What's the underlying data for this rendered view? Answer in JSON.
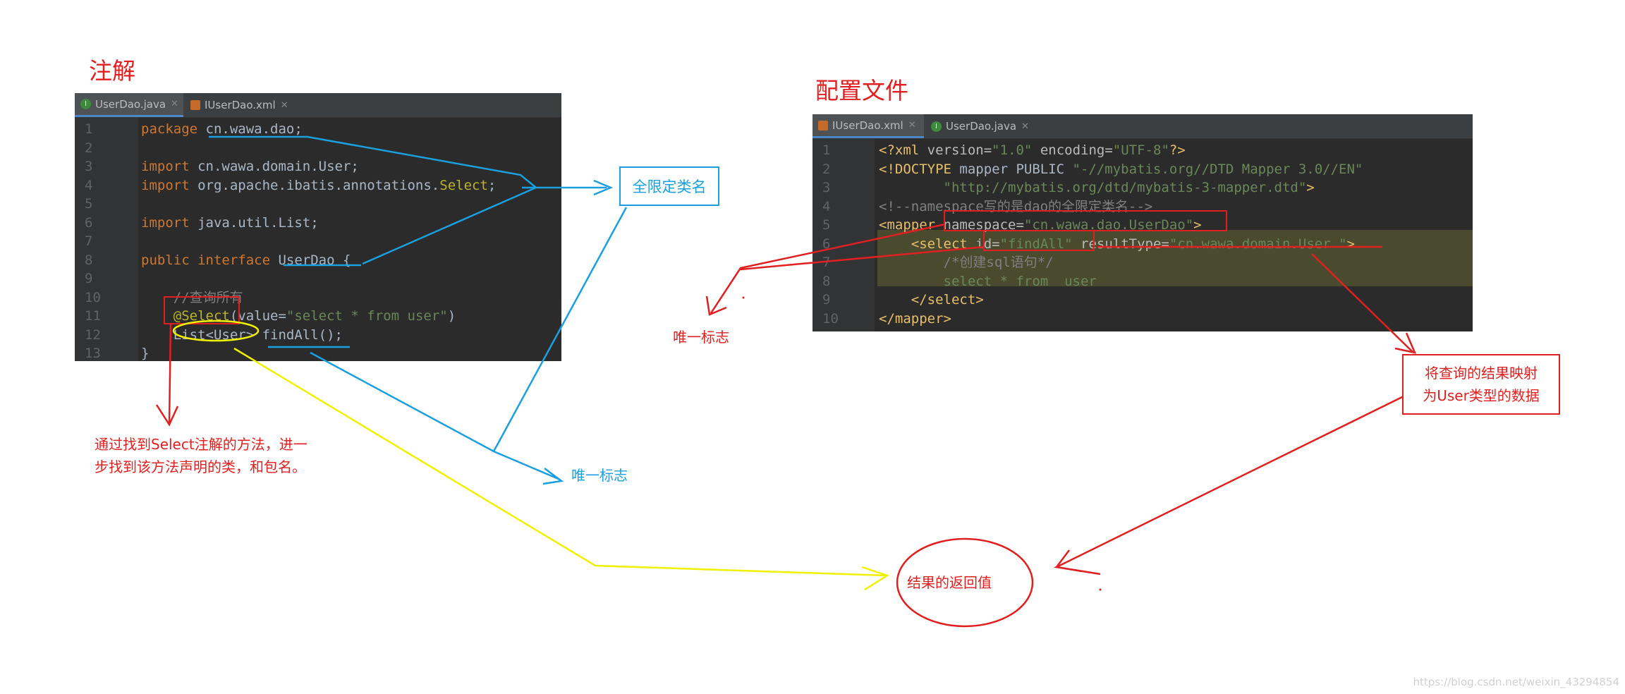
{
  "left_title": "注解",
  "right_title": "配置文件",
  "left_editor": {
    "tabs": [
      {
        "label": "UserDao.java",
        "active": true
      },
      {
        "label": "IUserDao.xml",
        "active": false
      }
    ],
    "lines": [
      {
        "n": "1",
        "html": "<span class='kw'>package</span> cn.wawa.dao;"
      },
      {
        "n": "2",
        "html": ""
      },
      {
        "n": "3",
        "html": "<span class='kw'>import</span> cn.wawa.domain.User;"
      },
      {
        "n": "4",
        "html": "<span class='kw'>import</span> org.apache.ibatis.annotations.<span class='ann'>Select</span>;"
      },
      {
        "n": "5",
        "html": ""
      },
      {
        "n": "6",
        "html": "<span class='kw'>import</span> java.util.List;"
      },
      {
        "n": "7",
        "html": ""
      },
      {
        "n": "8",
        "html": "<span class='kw'>public interface</span> UserDao {"
      },
      {
        "n": "9",
        "html": ""
      },
      {
        "n": "10",
        "html": "    <span class='cm'>//查询所有</span>"
      },
      {
        "n": "11",
        "html": "    <span class='ann'>@Select</span>(value=<span class='str'>\"select * from user\"</span>)"
      },
      {
        "n": "12",
        "html": "    List&lt;User&gt; findAll();"
      },
      {
        "n": "13",
        "html": "}"
      }
    ]
  },
  "right_editor": {
    "tabs": [
      {
        "label": "IUserDao.xml",
        "active": true
      },
      {
        "label": "UserDao.java",
        "active": false
      }
    ],
    "lines": [
      {
        "n": "1",
        "html": "<span class='tag'>&lt;?xml</span> <span class='attr'>version=</span><span class='str'>\"1.0\"</span> <span class='attr'>encoding=</span><span class='str'>\"UTF-8\"</span><span class='tag'>?&gt;</span>"
      },
      {
        "n": "2",
        "html": "<span class='tag'>&lt;!DOCTYPE</span> mapper PUBLIC <span class='str'>\"-//mybatis.org//DTD Mapper 3.0//EN\"</span>"
      },
      {
        "n": "3",
        "html": "        <span class='str'>\"http://mybatis.org/dtd/mybatis-3-mapper.dtd\"</span><span class='tag'>&gt;</span>"
      },
      {
        "n": "4",
        "html": "<span class='cm'>&lt;!--namespace写的是dao的全限定类名--&gt;</span>"
      },
      {
        "n": "5",
        "html": "<span class='tag'>&lt;mapper</span> <span class='attr'>namespace=</span><span class='str'>\"cn.wawa.dao.UserDao\"</span><span class='tag'>&gt;</span>"
      },
      {
        "n": "6",
        "html": "    <span class='tag'>&lt;select</span> <span class='attr'>id=</span><span class='str'>\"findAll\"</span> <span class='attr'>resultType=</span><span class='str'>\"cn.wawa.domain.User \"</span><span class='tag'>&gt;</span>"
      },
      {
        "n": "7",
        "html": "        <span class='cm'>/*创建sql语句*/</span>"
      },
      {
        "n": "8",
        "html": "        <span class='str'>select * from  user</span>"
      },
      {
        "n": "9",
        "html": "    <span class='tag'>&lt;/select&gt;</span>"
      },
      {
        "n": "10",
        "html": "<span class='tag'>&lt;/mapper&gt;</span>"
      }
    ]
  },
  "annotations": {
    "full_class_name": "全限定类名",
    "unique_id_left": "唯一标志",
    "unique_id_right": "唯一标志",
    "find_method_note": "通过找到Select注解的方法，进一\n步找到该方法声明的类，和包名。",
    "return_value": "结果的返回值",
    "mapping_note": "将查询的结果映射\n为User类型的数据"
  },
  "watermark": "https://blog.csdn.net/weixin_43294854",
  "colors": {
    "red": "#e02020",
    "blue": "#1a9fdf",
    "yellow": "#f0f000"
  }
}
